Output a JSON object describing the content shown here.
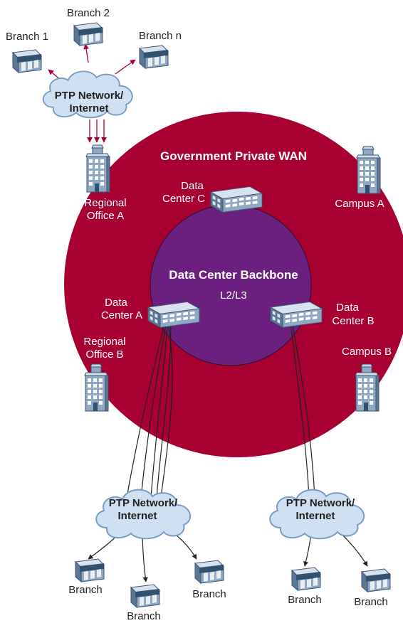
{
  "colors": {
    "wan_ring": "#a80030",
    "backbone": "#6b2080",
    "cloud_fill": "#cfe0f3",
    "cloud_stroke": "#7a9cc4",
    "arrow_red": "#a80030",
    "arrow_dark": "#222222"
  },
  "wan": {
    "title": "Government Private WAN"
  },
  "backbone": {
    "title": "Data Center Backbone",
    "subtitle": "L2/L3"
  },
  "clouds": {
    "top": {
      "line1": "PTP Network/",
      "line2": "Internet"
    },
    "bottom_left": {
      "line1": "PTP Network/",
      "line2": "Internet"
    },
    "bottom_right": {
      "line1": "PTP Network/",
      "line2": "Internet"
    }
  },
  "branches_top": {
    "b1": "Branch 1",
    "b2": "Branch 2",
    "bn": "Branch n"
  },
  "offices": {
    "regional_a": {
      "line1": "Regional",
      "line2": "Office A"
    },
    "regional_b": {
      "line1": "Regional",
      "line2": "Office B"
    },
    "campus_a": "Campus A",
    "campus_b": "Campus B"
  },
  "data_centers": {
    "a": {
      "line1": "Data",
      "line2": "Center A"
    },
    "b": {
      "line1": "Data",
      "line2": "Center B"
    },
    "c": {
      "line1": "Data",
      "line2": "Center C"
    }
  },
  "branches_bottom": {
    "l1": "Branch",
    "l2": "Branch",
    "l3": "Branch",
    "r1": "Branch",
    "r2": "Branch"
  },
  "icons": {
    "branch": "storefront-icon",
    "office": "office-tower-icon",
    "datacenter": "data-center-building-icon",
    "cloud": "network-cloud-icon"
  }
}
